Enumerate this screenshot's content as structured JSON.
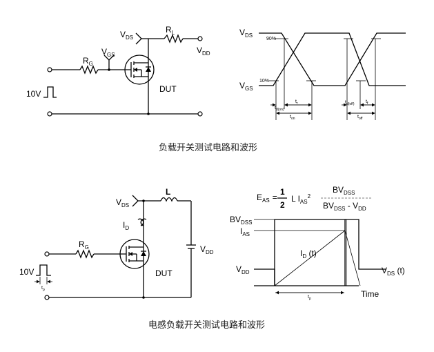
{
  "top": {
    "circuit": {
      "vds": "V",
      "vds_sub": "DS",
      "rl": "R",
      "rl_sub": "L",
      "vdd": "V",
      "vdd_sub": "DD",
      "vgs": "V",
      "vgs_sub": "GS",
      "rg": "R",
      "rg_sub": "G",
      "pulse": "10V",
      "dut": "DUT"
    },
    "waveform": {
      "vds": "V",
      "vds_sub": "DS",
      "vgs": "V",
      "vgs_sub": "GS",
      "p90": "90%",
      "p10": "10%",
      "tdon": "t",
      "tdon_sub": "d(on)",
      "tr": "t",
      "tr_sub": "r",
      "ton": "t",
      "ton_sub": "on",
      "tdoff": "t",
      "tdoff_sub": "d(off)",
      "tf": "t",
      "tf_sub": "f",
      "toff": "t",
      "toff_sub": "off"
    },
    "caption": "负载开关测试电路和波形"
  },
  "bottom": {
    "circuit": {
      "vds": "V",
      "vds_sub": "DS",
      "l": "L",
      "id": "I",
      "id_sub": "D",
      "vdd": "V",
      "vdd_sub": "DD",
      "rg": "R",
      "rg_sub": "G",
      "pulse": "10V",
      "tp": "t",
      "tp_sub": "p",
      "dut": "DUT"
    },
    "waveform": {
      "eq_lhs": "E",
      "eq_lhs_sub": "AS",
      "eq_equals": "=",
      "eq_num": "1",
      "eq_den": "2",
      "eq_mid": "L I",
      "eq_mid_sub": "AS",
      "eq_mid_sup": "2",
      "eq_frac_num": "BV",
      "eq_frac_num_sub": "DSS",
      "eq_frac_den_a": "BV",
      "eq_frac_den_a_sub": "DSS",
      "eq_frac_den_sep": " - V",
      "eq_frac_den_b_sub": "DD",
      "bvdss": "BV",
      "bvdss_sub": "DSS",
      "ias": "I",
      "ias_sub": "AS",
      "idt": "I",
      "idt_sub": "D",
      "idt_tail": " (t)",
      "vdd": "V",
      "vdd_sub": "DD",
      "vdst": "V",
      "vdst_sub": "DS",
      "vdst_tail": " (t)",
      "tp": "t",
      "tp_sub": "p",
      "time": "Time"
    },
    "caption": "电感负载开关测试电路和波形"
  }
}
